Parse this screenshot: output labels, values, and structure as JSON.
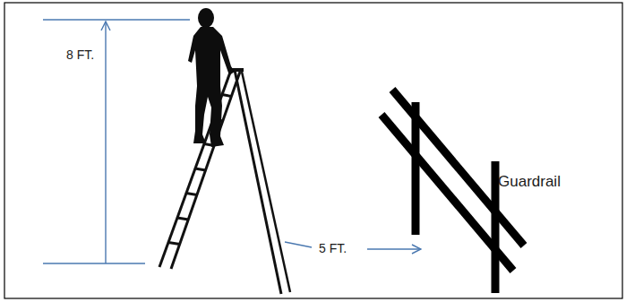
{
  "diagram": {
    "labels": [
      "8 FT.",
      "5 FT.",
      "Guardrail"
    ]
  }
}
